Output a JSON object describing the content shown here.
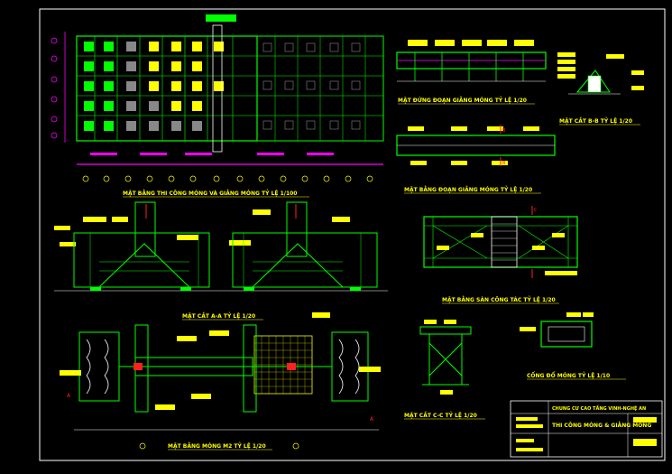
{
  "drawing": {
    "titles": {
      "plan_foundation": "MẶT BẰNG THI CÔNG MÓNG VÀ GIẰNG MÓNG TỶ LỆ 1/100",
      "elevation_beam": "MẶT ĐỨNG ĐOẠN GIẰNG MÓNG TỶ LỆ 1/20",
      "section_bb": "MẶT CẮT B-B TỶ LỆ 1/20",
      "plan_beam": "MẶT BẰNG ĐOẠN GIẰNG MÓNG TỶ LỆ 1/20",
      "section_aa": "MẶT CẮT A-A TỶ LỆ 1/20",
      "plan_platform": "MẶT BẰNG SÀN CÔNG TÁC TỶ LỆ 1/20",
      "formwork_detail": "CỐNG ĐỔ MÓNG TỶ LỆ 1/10",
      "section_cc": "MẶT CẮT C-C TỶ LỆ 1/20",
      "plan_m2": "MẶT BẰNG MÓNG M2 TỶ LỆ 1/20"
    },
    "title_block": {
      "project": "CHUNG CƯ CAO TẦNG VINH-NGHỆ AN",
      "sheet_title": "THI CÔNG MÓNG & GIẰNG MÓNG"
    },
    "markers": {
      "a": "A",
      "b": "B",
      "c": "C"
    },
    "colors": {
      "background": "#000000",
      "line_green": "#00ff00",
      "label_yellow": "#ffff00",
      "accent_magenta": "#ff00ff",
      "accent_red": "#ff2020",
      "accent_white": "#ffffff",
      "accent_cyan": "#00ffff"
    }
  }
}
